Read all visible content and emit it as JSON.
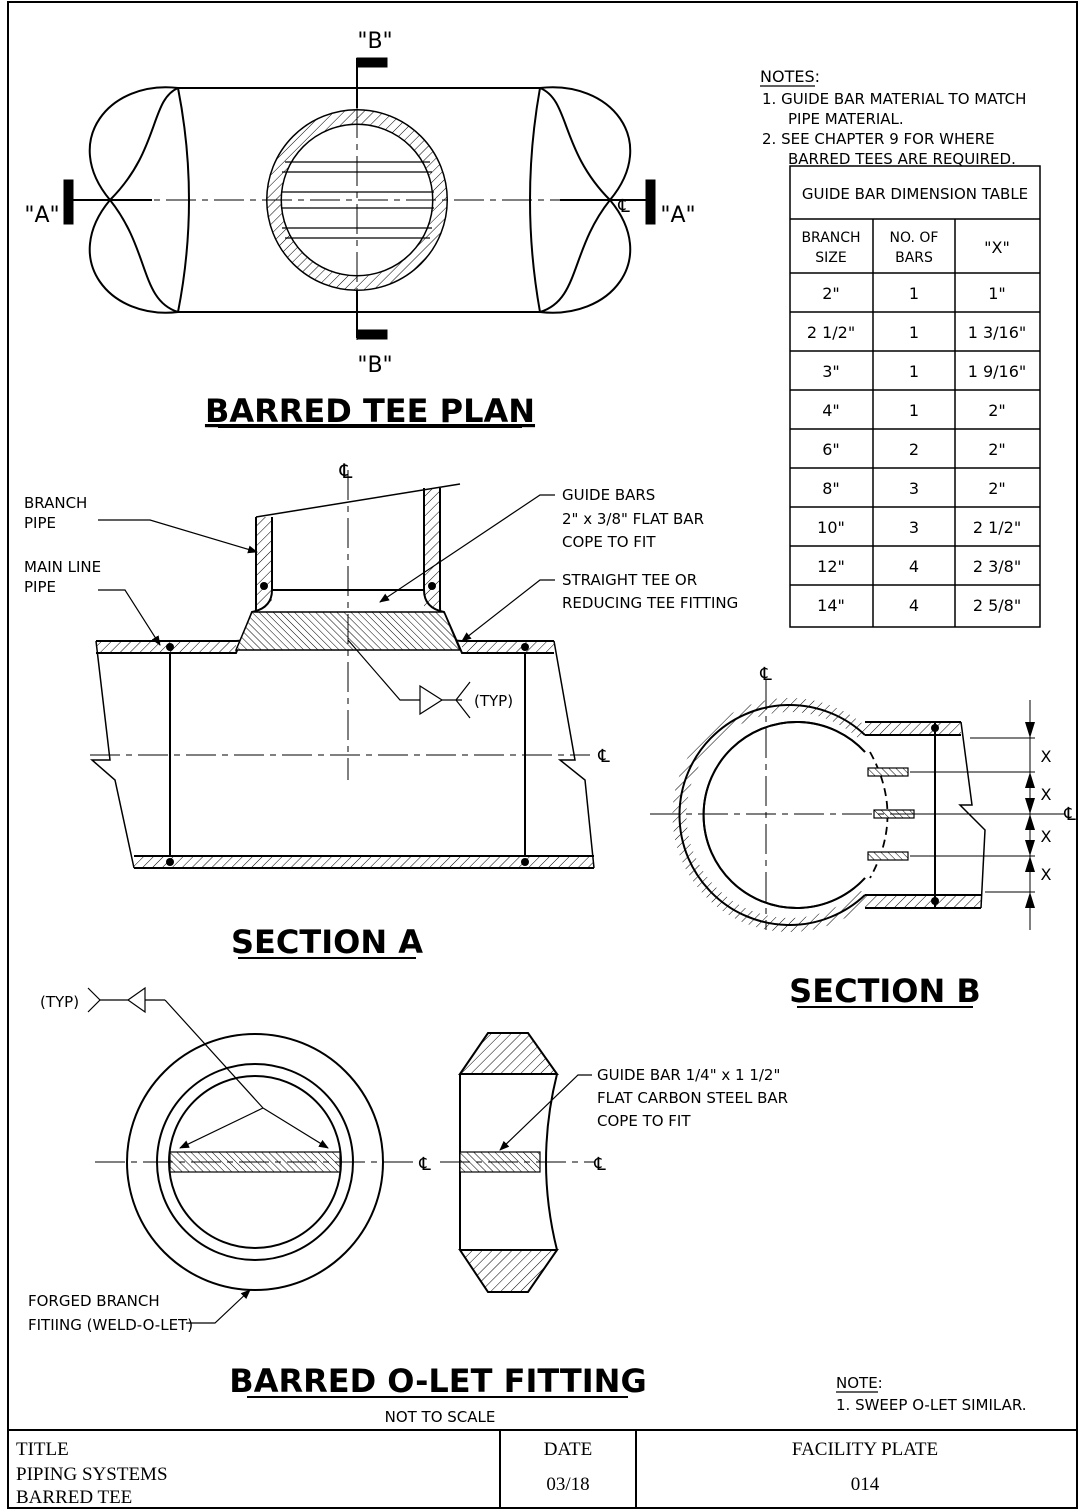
{
  "notes": {
    "heading": "NOTES:",
    "items": [
      [
        "1. GUIDE BAR MATERIAL TO MATCH",
        "PIPE MATERIAL."
      ],
      [
        "2. SEE CHAPTER 9 FOR WHERE",
        "BARRED TEES ARE REQUIRED."
      ]
    ]
  },
  "dimension_table": {
    "title": "GUIDE BAR DIMENSION TABLE",
    "headers": [
      [
        "BRANCH",
        "SIZE"
      ],
      [
        "NO. OF",
        "BARS"
      ],
      [
        "\"X\""
      ]
    ],
    "rows": [
      [
        "2\"",
        "1",
        "1\""
      ],
      [
        "2 1/2\"",
        "1",
        "1 3/16\""
      ],
      [
        "3\"",
        "1",
        "1 9/16\""
      ],
      [
        "4\"",
        "1",
        "2\""
      ],
      [
        "6\"",
        "2",
        "2\""
      ],
      [
        "8\"",
        "3",
        "2\""
      ],
      [
        "10\"",
        "3",
        "2 1/2\""
      ],
      [
        "12\"",
        "4",
        "2 3/8\""
      ],
      [
        "14\"",
        "4",
        "2 5/8\""
      ]
    ]
  },
  "plan": {
    "title": "BARRED TEE PLAN",
    "label_a": "\"A\"",
    "label_b": "\"B\"",
    "centerline": "℄"
  },
  "section_a": {
    "title": "SECTION A",
    "branch_pipe": [
      "BRANCH",
      "PIPE"
    ],
    "main_line_pipe": [
      "MAIN LINE",
      "PIPE"
    ],
    "guide_bars": [
      "GUIDE BARS",
      "2\" x 3/8\" FLAT BAR",
      "COPE TO FIT"
    ],
    "straight_tee": [
      "STRAIGHT TEE OR",
      "REDUCING TEE FITTING"
    ],
    "typ": "(TYP)"
  },
  "section_b": {
    "title": "SECTION B",
    "dim_label": "X"
  },
  "olet": {
    "title": "BARRED O-LET FITTING",
    "scale_note": "NOT TO SCALE",
    "typ": "(TYP)",
    "guide_bar": [
      "GUIDE BAR 1/4\" x 1 1/2\"",
      "FLAT CARBON STEEL BAR",
      "COPE TO FIT"
    ],
    "forged": [
      "FORGED BRANCH",
      "FITIING (WELD-O-LET)"
    ],
    "note_heading": "NOTE:",
    "note_item": "1. SWEEP O-LET SIMILAR."
  },
  "title_block": {
    "title_label": "TITLE",
    "title_line1": "PIPING SYSTEMS",
    "title_line2": "BARRED TEE",
    "date_label": "DATE",
    "date_value": "03/18",
    "plate_label": "FACILITY PLATE",
    "plate_value": "014"
  }
}
